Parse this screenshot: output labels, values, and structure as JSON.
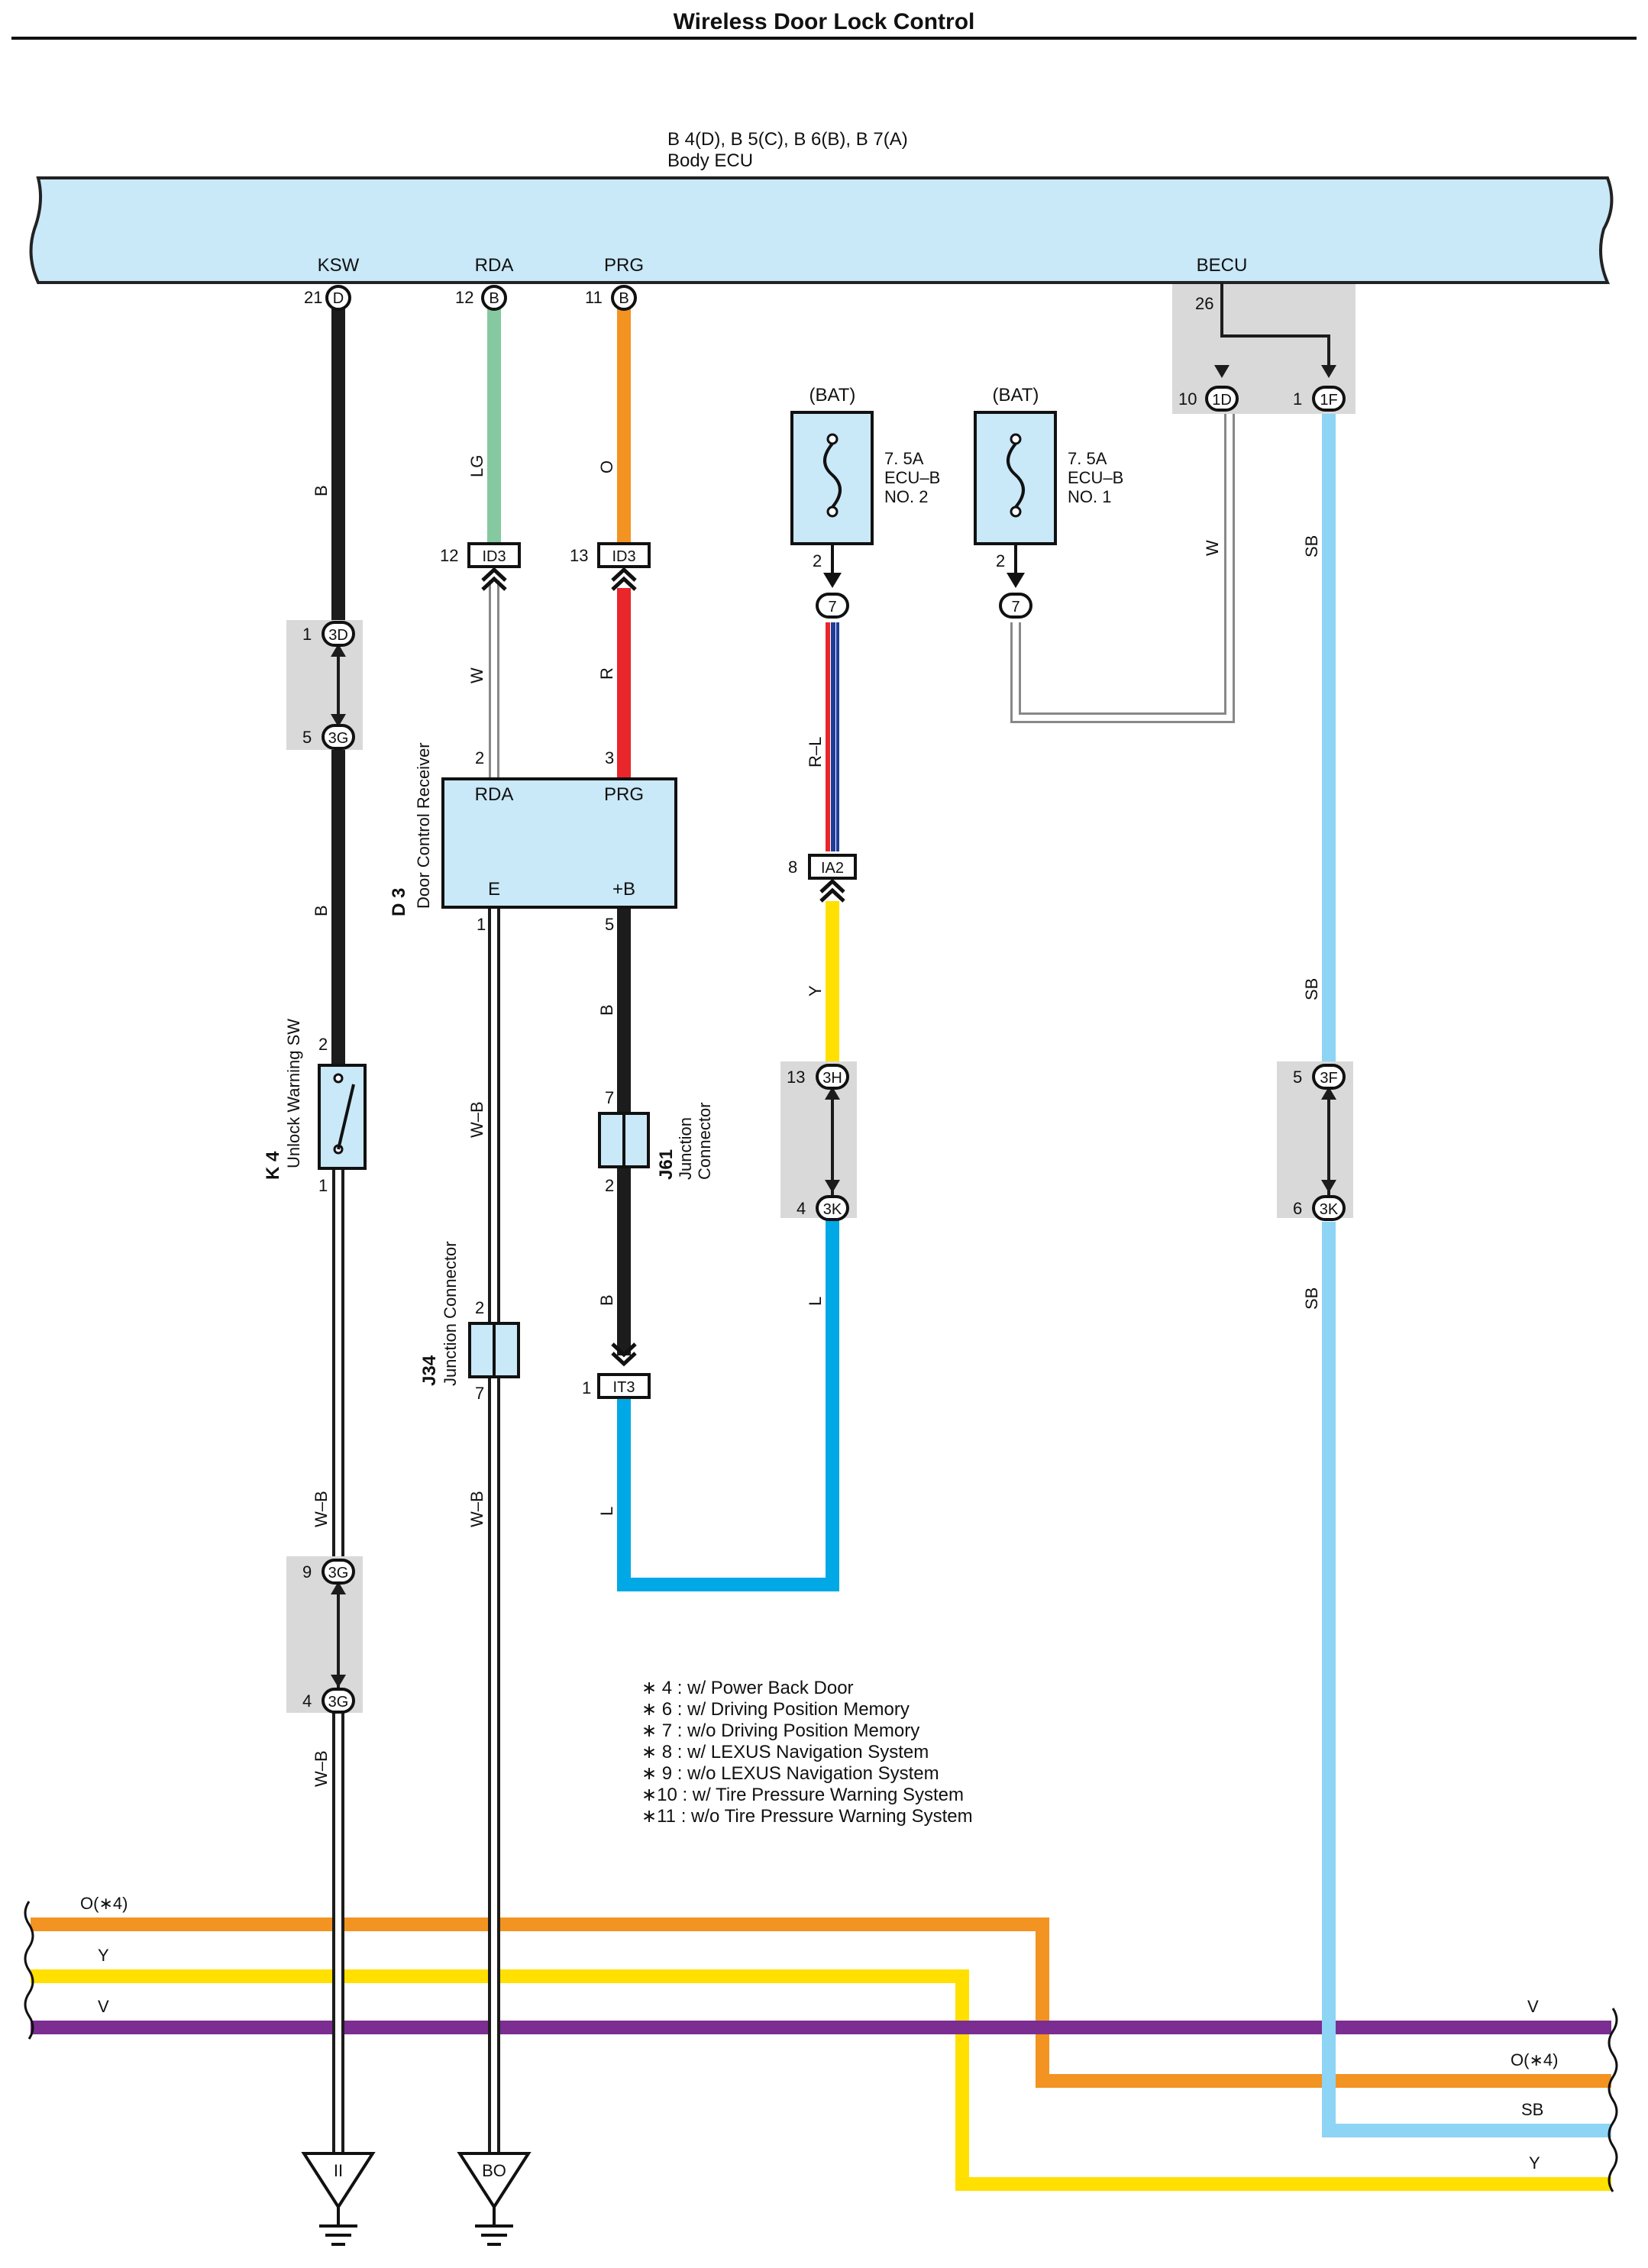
{
  "title": "Wireless Door Lock Control",
  "colors": {
    "ecu_fill": "#c9e8f8",
    "connector_gray": "#d9d9d9",
    "black": "#1c1c1c",
    "light_green": "#86c9a0",
    "orange": "#f39321",
    "red": "#e8262b",
    "white_wire": "#ffffff",
    "yellow": "#ffe000",
    "blue": "#00a8e6",
    "sky_blue": "#8dd4f5",
    "violet": "#7b2d91",
    "dark_blue": "#1f3d99"
  },
  "ecu": {
    "connectors": "B 4(D), B 5(C), B 6(B), B 7(A)",
    "name": "Body ECU",
    "terminals": [
      {
        "label": "KSW",
        "pin": "21",
        "conn": "D"
      },
      {
        "label": "RDA",
        "pin": "12",
        "conn": "B"
      },
      {
        "label": "PRG",
        "pin": "11",
        "conn": "B"
      },
      {
        "label": "BECU",
        "pin": "26",
        "conn": ""
      }
    ]
  },
  "wires": {
    "B": "B",
    "LG": "LG",
    "O": "O",
    "W": "W",
    "R": "R",
    "RL": "R–L",
    "Y": "Y",
    "L": "L",
    "WB": "W–B",
    "SB": "SB",
    "V": "V",
    "O4": "O(∗4)"
  },
  "connectors": {
    "c3D": "3D",
    "c3G": "3G",
    "c1D": "1D",
    "c1F": "1F",
    "c7": "7",
    "ID3": "ID3",
    "IA2": "IA2",
    "IT3": "IT3",
    "c3H": "3H",
    "c3K": "3K",
    "c3F": "3F"
  },
  "pins": {
    "p1": "1",
    "p2": "2",
    "p3": "3",
    "p4": "4",
    "p5": "5",
    "p6": "6",
    "p7": "7",
    "p8": "8",
    "p9": "9",
    "p10": "10",
    "p12": "12",
    "p13": "13",
    "p26": "26"
  },
  "fuses": [
    {
      "source": "(BAT)",
      "rating": "7. 5A",
      "name1": "ECU–B",
      "name2": "NO. 2"
    },
    {
      "source": "(BAT)",
      "rating": "7. 5A",
      "name1": "ECU–B",
      "name2": "NO. 1"
    }
  ],
  "components": {
    "d3_id": "D 3",
    "d3_name": "Door Control Receiver",
    "d3_rda": "RDA",
    "d3_prg": "PRG",
    "d3_e": "E",
    "d3_b": "+B",
    "k4_id": "K 4",
    "k4_name": "Unlock Warning SW",
    "j34_id": "J34",
    "j34_name": "Junction Connector",
    "j61_id": "J61",
    "j61_name1": "Junction",
    "j61_name2": "Connector"
  },
  "grounds": [
    "II",
    "BO"
  ],
  "notes": [
    "∗ 4 : w/ Power Back Door",
    "∗ 6 : w/ Driving Position Memory",
    "∗ 7 : w/o Driving Position Memory",
    "∗ 8 : w/ LEXUS Navigation System",
    "∗ 9 : w/o LEXUS Navigation System",
    "∗10 : w/ Tire Pressure Warning System",
    "∗11 : w/o Tire Pressure Warning System"
  ]
}
